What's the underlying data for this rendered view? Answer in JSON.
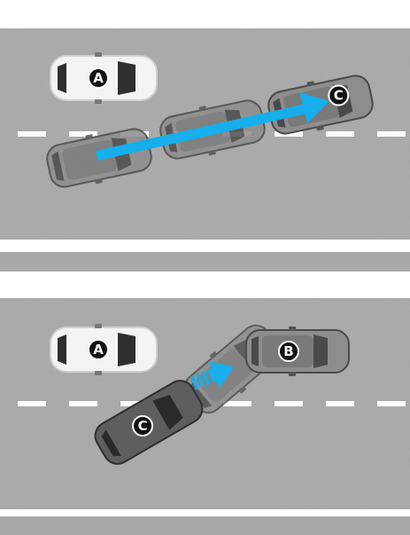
{
  "panels": [
    {
      "id": "top",
      "labels": {
        "car_a": "A",
        "car_c": "C"
      },
      "arrow": {
        "color": "#16aeec",
        "style": "solid"
      }
    },
    {
      "id": "bottom",
      "labels": {
        "car_a": "A",
        "car_b": "B",
        "car_c": "C"
      },
      "arrow": {
        "color": "#16aeec",
        "style": "striped"
      }
    }
  ],
  "colors": {
    "road": "#a9a9a9",
    "shoulder": "#ffffff",
    "lane_mark": "#ffffff",
    "car_white": "#f4f4f4",
    "car_grey": "#8d8d8d",
    "car_dark": "#5e5e5e",
    "label_bg": "#111111",
    "label_fg": "#ffffff"
  }
}
